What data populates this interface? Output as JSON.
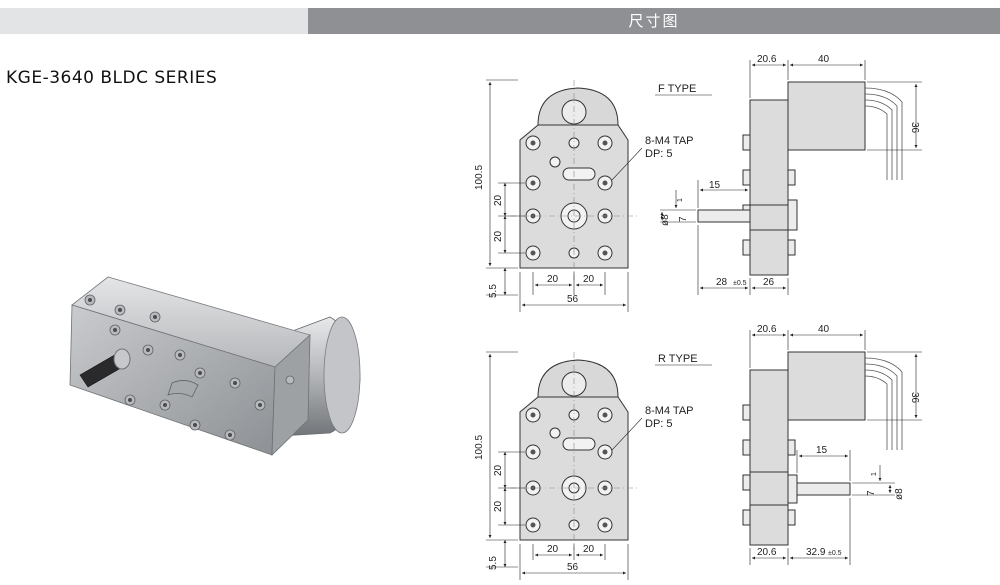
{
  "header": {
    "section_title": "尺寸图"
  },
  "product": {
    "series_name": "KGE-3640  BLDC  SERIES"
  },
  "f_type": {
    "label": "F  TYPE",
    "tap_label": "8-M4 TAP",
    "tap_depth": "DP: 5",
    "dims": {
      "height": "100.5",
      "pitch_a": "20",
      "pitch_b": "20",
      "bottom": "5.5",
      "hole_x1": "20",
      "hole_x2": "20",
      "width": "56",
      "gear_thick": "20.6",
      "motor_len": "40",
      "motor_dia": "36",
      "shaft_len": "15",
      "key": "1",
      "flat": "7",
      "shaft_dia": "ø8",
      "shaft_pos": "28",
      "shaft_tol": "±0.5",
      "side_w": "26"
    }
  },
  "r_type": {
    "label": "R  TYPE",
    "tap_label": "8-M4 TAP",
    "tap_depth": "DP: 5",
    "dims": {
      "height": "100.5",
      "pitch_a": "20",
      "pitch_b": "20",
      "bottom": "5.5",
      "hole_x1": "20",
      "hole_x2": "20",
      "width": "56",
      "gear_thick": "20.6",
      "motor_len": "40",
      "motor_dia": "36",
      "shaft_len": "15",
      "key": "1",
      "flat": "7",
      "shaft_dia": "ø8",
      "base_w": "20.6",
      "shaft_pos": "32.9",
      "shaft_tol": "±0.5"
    }
  },
  "colors": {
    "header_bar": "#8e9094",
    "header_left": "#e3e4e6",
    "part_fill": "#dcdcdc"
  }
}
